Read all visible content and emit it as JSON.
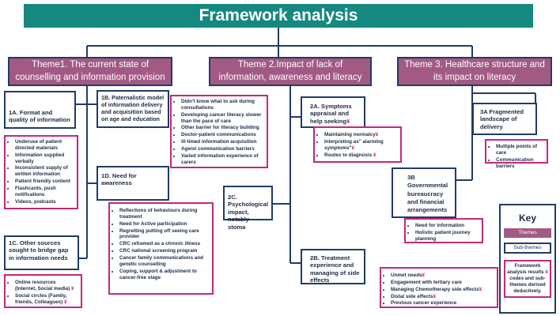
{
  "title": "Framework analysis",
  "themes": {
    "t1": "Theme1. The current state of counselling and information provision",
    "t2": "Theme 2.Impact of lack of information, awareness and literacy",
    "t3": "Theme 3. Healthcare structure and its impact on literacy"
  },
  "subthemes": {
    "s1a": "1A. Format and quality of information",
    "s1b": "1B. Paternalistic model of information delivery and acquisition based on age and education",
    "s1c": "1C. Other sources sought to bridge gap in information needs",
    "s1d": "1D. Need for awareness",
    "s2a": "2A. Symptoms appraisal and help seeking",
    "s2b": "2B. Treatment experience and managing of side effects",
    "s2c": "2C. Psychological impact, notably stoma",
    "s3a": "3A Fragmented landscape of delivery",
    "s3b": "3B Governmental bureaucracy and financial arrangements"
  },
  "codes": {
    "c1a": [
      "Underuse of patient directed materials",
      "Information supplied verbally",
      "Inconsistent supply of written information",
      "Patient friendly content",
      "Flashcards, push notifications",
      "Videos, podcasts"
    ],
    "c1b": [
      "Didn't know what to ask during consultations",
      "Developing cancer literacy slower than the pace of care",
      "Other barrier for literacy building",
      "Doctor-patient communications",
      "ill-timed information acquisition",
      "Ageist communication barriers",
      "Varied information experience of carers"
    ],
    "c1c": [
      "Online resources (Internet, Social media)",
      "Social circles (Family, friends, Colleagues)"
    ],
    "c1d": [
      "Reflections of behaviours during treatment",
      "Need for Active participation",
      "Regretting putting off seeing care provider",
      "CRC reframed as a chronic illness",
      "CRC national screening program",
      "Cancer family communications and genetic counselling",
      "Coping, support & adjustment to cancer-free stage"
    ],
    "c2a": [
      "Maintaining normalcy",
      "Interpreting as\" alarming symptoms\"",
      "Routes to diagnosis"
    ],
    "c2b": [
      "Unmet needs",
      "Engagement with tertiary care",
      "Managing Chemotherapy side effects",
      "Distal side effects",
      "Previous cancer experience"
    ],
    "c3a": [
      "Multiple points of care",
      "Communication barriers"
    ],
    "c3b": [
      "Need for information",
      "Holistic patient journey planning"
    ]
  },
  "marker": "¥",
  "key": {
    "title": "Key",
    "themes": "Themes",
    "subthemes": "Sub-themes",
    "note_prefix": "Framework analysis results",
    "note_suffix": "codes and sub-themes derived deductively."
  }
}
